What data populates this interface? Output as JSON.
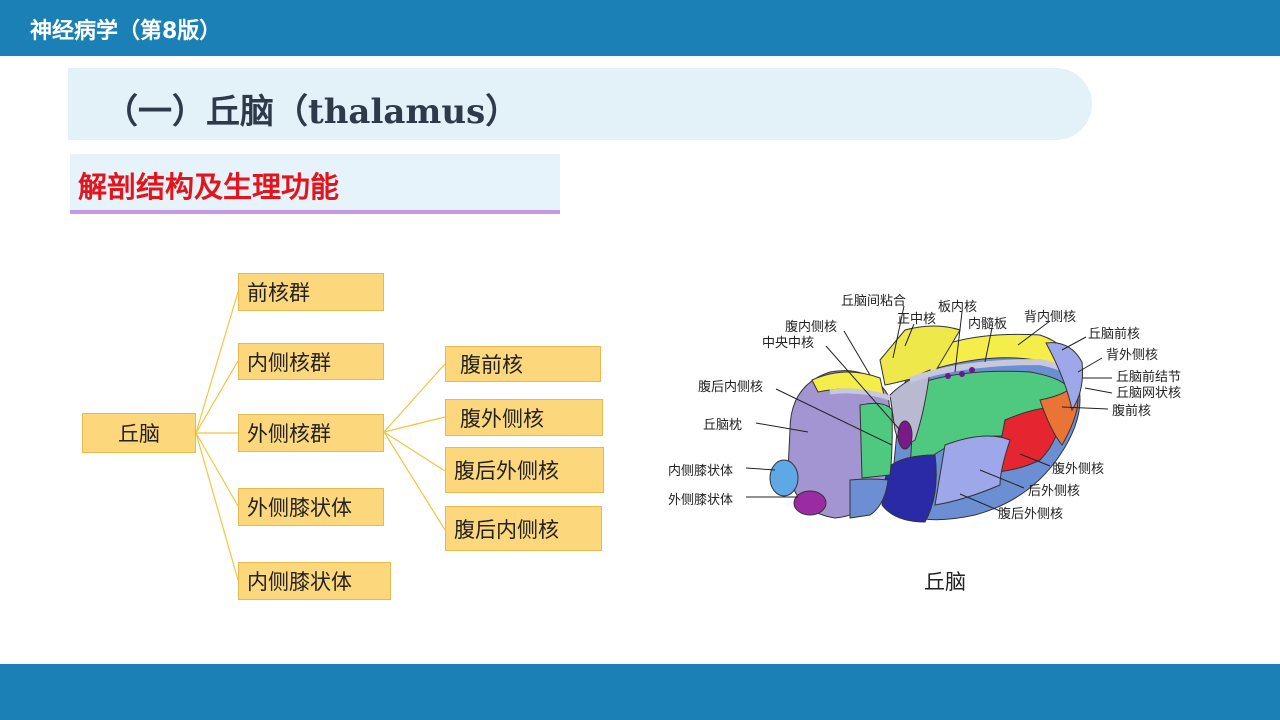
{
  "header": {
    "book_title": "神经病学（第8版）"
  },
  "slide": {
    "title": "（一）丘脑（thalamus）",
    "subtitle": "解剖结构及生理功能"
  },
  "tree": {
    "root": "丘脑",
    "groups": [
      "前核群",
      "内侧核群",
      "外侧核群",
      "外侧膝状体",
      "内侧膝状体"
    ],
    "lateral_children": [
      "腹前核",
      "腹外侧核",
      "腹后外侧核",
      "腹后内侧核"
    ]
  },
  "figure": {
    "caption": "丘脑",
    "labels": {
      "interthalamic_adhesion": "丘脑间粘合",
      "internal_medullary_nuclei": "板内核",
      "ventromedial_nucleus": "腹内侧核",
      "median_nucleus": "正中核",
      "internal_medullary_lamina": "内髓板",
      "dorsomedial_nucleus": "背内侧核",
      "centromedian_nucleus": "中央中核",
      "anterior_thalamic_nucleus": "丘脑前核",
      "dorsolateral_nucleus": "背外侧核",
      "ventral_posteromedial": "腹后内侧核",
      "anterior_tubercle": "丘脑前结节",
      "reticular_nucleus": "丘脑网状核",
      "pulvinar": "丘脑枕",
      "ventral_anterior": "腹前核",
      "medial_geniculate": "内侧膝状体",
      "ventral_lateral": "腹外侧核",
      "lateral_geniculate": "外侧膝状体",
      "lateral_posterior": "后外侧核",
      "ventral_posterolateral": "腹后外侧核"
    }
  }
}
